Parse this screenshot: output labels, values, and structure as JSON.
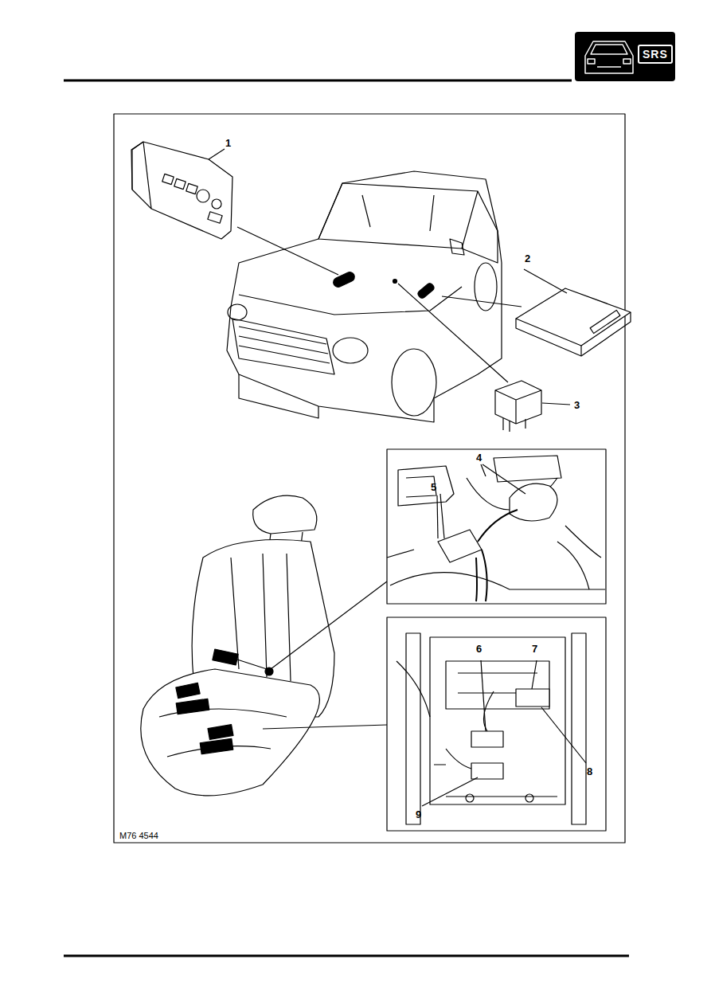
{
  "diagram": {
    "nodes": [
      {
        "text": [
          "SRS"
        ]
      }
    ],
    "labels": [
      "1",
      "2",
      "3",
      "4",
      "5",
      "6",
      "7",
      "8",
      "9",
      "M76 4544"
    ]
  }
}
